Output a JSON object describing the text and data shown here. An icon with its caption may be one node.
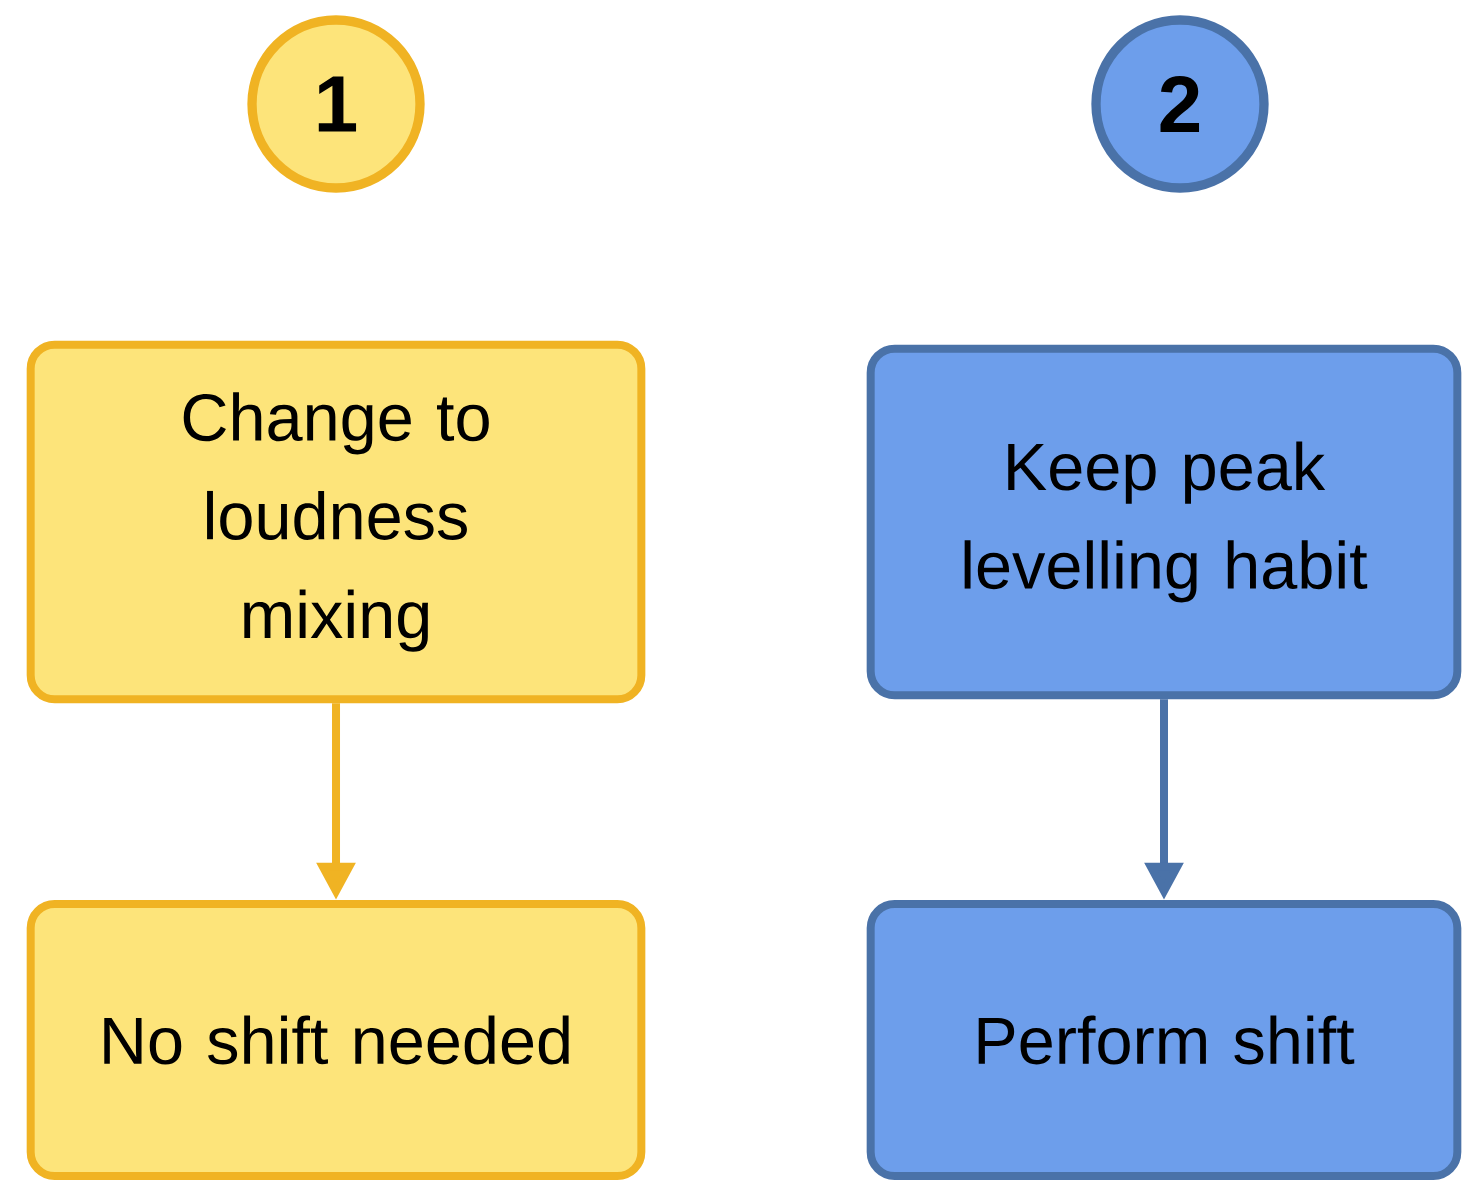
{
  "diagram": {
    "nodes": [
      {
        "text": [
          "1"
        ]
      },
      {
        "text": [
          "2"
        ]
      },
      {
        "text": [
          "Change to loudness mixing"
        ]
      },
      {
        "text": [
          "Keep peak levelling habit"
        ]
      },
      {
        "text": [
          "No shift needed"
        ]
      },
      {
        "text": [
          "Perform shift"
        ]
      }
    ],
    "edges": [
      {
        "from": 2,
        "to": 4,
        "arrow": "to",
        "color": "#f0b323"
      },
      {
        "from": 3,
        "to": 5,
        "arrow": "to",
        "color": "#4a72a8"
      }
    ]
  }
}
